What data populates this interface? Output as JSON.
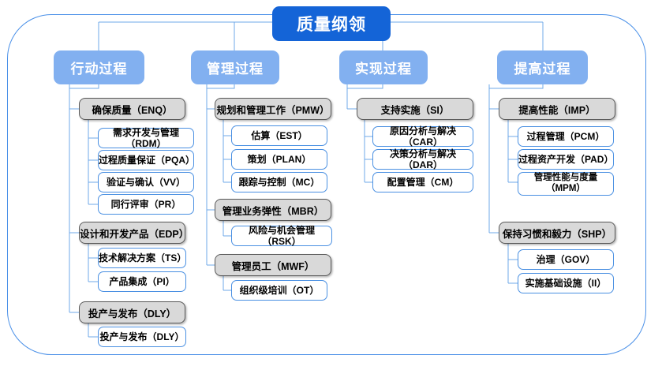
{
  "root": {
    "label": "质量纲领"
  },
  "columns": [
    {
      "id": "action",
      "header": "行动过程",
      "groups": [
        {
          "label": "确保质量（ENQ）",
          "children": [
            "需求开发与管理（RDM）",
            "过程质量保证（PQA）",
            "验证与确认（VV）",
            "同行评审（PR）"
          ]
        },
        {
          "label": "设计和开发产品（EDP）",
          "children": [
            "技术解决方案（TS）",
            "产品集成（PI）"
          ]
        },
        {
          "label": "投产与发布（DLY）",
          "children": [
            "投产与发布（DLY）"
          ]
        }
      ]
    },
    {
      "id": "management",
      "header": "管理过程",
      "groups": [
        {
          "label": "规划和管理工作（PMW）",
          "children": [
            "估算（EST）",
            "策划（PLAN）",
            "跟踪与控制（MC）"
          ]
        },
        {
          "label": "管理业务弹性（MBR）",
          "children": [
            "风险与机会管理（RSK）"
          ]
        },
        {
          "label": "管理员工（MWF）",
          "children": [
            "组织级培训（OT）"
          ]
        }
      ]
    },
    {
      "id": "implementation",
      "header": "实现过程",
      "groups": [
        {
          "label": "支持实施（SI）",
          "children": [
            "原因分析与解决（CAR）",
            "决策分析与解决（DAR）",
            "配置管理（CM）"
          ]
        }
      ]
    },
    {
      "id": "improvement",
      "header": "提高过程",
      "groups": [
        {
          "label": "提高性能（IMP）",
          "children": [
            "过程管理（PCM）",
            "过程资产开发（PAD）",
            "管理性能与度量\n（MPM）"
          ]
        },
        {
          "label": "保持习惯和毅力（SHP）",
          "children": [
            "治理（GOV）",
            "实施基础设施（II）"
          ]
        }
      ]
    }
  ],
  "colors": {
    "root_fill": "#1464d7",
    "header_fill": "#82b0f0",
    "group_fill": "#d9d9d9",
    "group_border": "#595959",
    "leaf_border": "#4a90e2",
    "frame_border": "#4a90e8",
    "link_line": "#6fa8e8"
  }
}
